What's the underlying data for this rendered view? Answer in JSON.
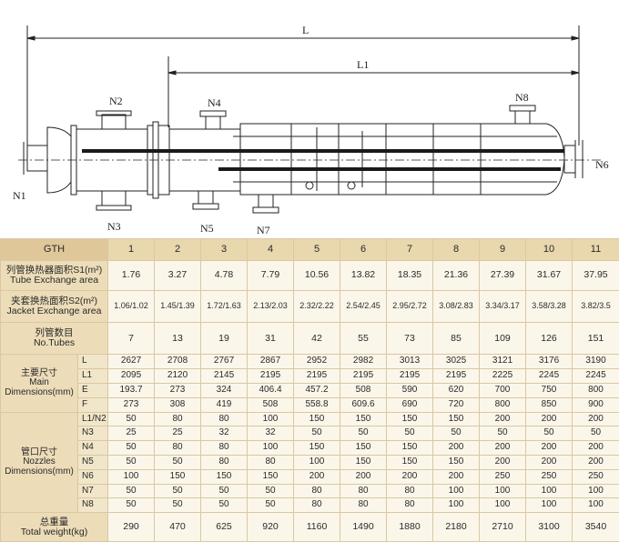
{
  "drawing": {
    "dimensions": {
      "L": "L",
      "L1": "L1"
    },
    "nozzles": [
      "N1",
      "N2",
      "N3",
      "N4",
      "N5",
      "N6",
      "N7",
      "N8"
    ]
  },
  "table": {
    "gth_label": "GTH",
    "gth": [
      "1",
      "2",
      "3",
      "4",
      "5",
      "6",
      "7",
      "8",
      "9",
      "10",
      "11"
    ],
    "tube_area": {
      "cn": "列管换热器面积S1(m²)",
      "en": "Tube Exchange area",
      "values": [
        "1.76",
        "3.27",
        "4.78",
        "7.79",
        "10.56",
        "13.82",
        "18.35",
        "21.36",
        "27.39",
        "31.67",
        "37.95"
      ]
    },
    "jacket_area": {
      "cn": "夹套换热面积S2(m²)",
      "en": "Jacket Exchange area",
      "values": [
        "1.06/1.02",
        "1.45/1.39",
        "1.72/1.63",
        "2.13/2.03",
        "2.32/2.22",
        "2.54/2.45",
        "2.95/2.72",
        "3.08/2.83",
        "3.34/3.17",
        "3.58/3.28",
        "3.82/3.5"
      ]
    },
    "tubes": {
      "cn": "列管数目",
      "en": "No.Tubes",
      "values": [
        "7",
        "13",
        "19",
        "31",
        "42",
        "55",
        "73",
        "85",
        "109",
        "126",
        "151"
      ]
    },
    "main_dim": {
      "cn": "主要尺寸",
      "en1": "Main",
      "en2": "Dimensions(mm)",
      "rows": [
        {
          "label": "L",
          "values": [
            "2627",
            "2708",
            "2767",
            "2867",
            "2952",
            "2982",
            "3013",
            "3025",
            "3121",
            "3176",
            "3190"
          ]
        },
        {
          "label": "L1",
          "values": [
            "2095",
            "2120",
            "2145",
            "2195",
            "2195",
            "2195",
            "2195",
            "2195",
            "2225",
            "2245",
            "2245"
          ]
        },
        {
          "label": "E",
          "values": [
            "193.7",
            "273",
            "324",
            "406.4",
            "457.2",
            "508",
            "590",
            "620",
            "700",
            "750",
            "800"
          ]
        },
        {
          "label": "F",
          "values": [
            "273",
            "308",
            "419",
            "508",
            "558.8",
            "609.6",
            "690",
            "720",
            "800",
            "850",
            "900"
          ]
        }
      ]
    },
    "nozzles": {
      "cn": "管口尺寸",
      "en1": "Nozzles",
      "en2": "Dimensions(mm)",
      "rows": [
        {
          "label": "L1/N2",
          "values": [
            "50",
            "80",
            "80",
            "100",
            "150",
            "150",
            "150",
            "150",
            "200",
            "200",
            "200"
          ]
        },
        {
          "label": "N3",
          "values": [
            "25",
            "25",
            "32",
            "32",
            "50",
            "50",
            "50",
            "50",
            "50",
            "50",
            "50"
          ]
        },
        {
          "label": "N4",
          "values": [
            "50",
            "80",
            "80",
            "100",
            "150",
            "150",
            "150",
            "200",
            "200",
            "200",
            "200"
          ]
        },
        {
          "label": "N5",
          "values": [
            "50",
            "50",
            "80",
            "80",
            "100",
            "150",
            "150",
            "150",
            "200",
            "200",
            "200"
          ]
        },
        {
          "label": "N6",
          "values": [
            "100",
            "150",
            "150",
            "150",
            "200",
            "200",
            "200",
            "200",
            "250",
            "250",
            "250"
          ]
        },
        {
          "label": "N7",
          "values": [
            "50",
            "50",
            "50",
            "50",
            "80",
            "80",
            "80",
            "100",
            "100",
            "100",
            "100"
          ]
        },
        {
          "label": "N8",
          "values": [
            "50",
            "50",
            "50",
            "50",
            "80",
            "80",
            "80",
            "100",
            "100",
            "100",
            "100"
          ]
        }
      ]
    },
    "weight": {
      "cn": "总重量",
      "en": "Total weight(kg)",
      "values": [
        "290",
        "470",
        "625",
        "920",
        "1160",
        "1490",
        "1880",
        "2180",
        "2710",
        "3100",
        "3540"
      ]
    }
  }
}
